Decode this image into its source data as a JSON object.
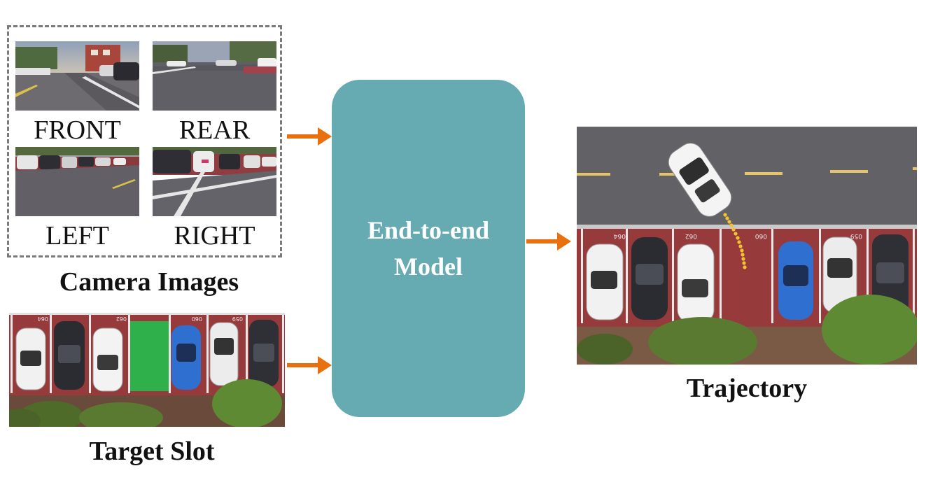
{
  "camera_section": {
    "caption": "Camera Images",
    "views": [
      {
        "label": "FRONT"
      },
      {
        "label": "REAR"
      },
      {
        "label": "LEFT"
      },
      {
        "label": "RIGHT"
      }
    ]
  },
  "target_section": {
    "caption": "Target Slot",
    "slot_numbers": [
      "064",
      "062",
      "060",
      "059"
    ]
  },
  "model": {
    "line1": "End-to-end",
    "line2": "Model"
  },
  "trajectory_section": {
    "caption": "Trajectory",
    "slot_numbers": [
      "064",
      "062",
      "060",
      "059"
    ]
  },
  "colors": {
    "model_fill": "#67abb2",
    "arrow": "#e8700f",
    "target_slot_highlight": "#2fb04a",
    "trajectory_dots": "#f2c230",
    "parking_red": "#9a3b3c"
  }
}
